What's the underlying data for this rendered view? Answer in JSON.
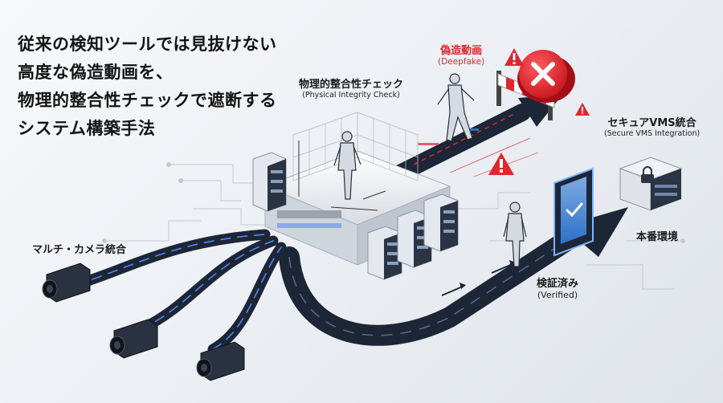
{
  "headline": {
    "line1": "従来の検知ツールでは見抜けない",
    "line2": "高度な偽造動画を、",
    "line3": "物理的整合性チェックで遮断する",
    "line4": "システム構築手法"
  },
  "labels": {
    "physical_check_ja": "物理的整合性チェック",
    "physical_check_en": "(Physical Integrity Check)",
    "deepfake_ja": "偽造動画",
    "deepfake_en": "(Deepfake)",
    "vms_ja": "セキュアVMS統合",
    "vms_en": "(Secure VMS Integration)",
    "production_ja": "本番環境",
    "verified_ja": "検証済み",
    "verified_en": "(Verified)",
    "multicam_ja": "マルチ・カメラ統合"
  },
  "icons": [
    "camera-icon",
    "server-icon",
    "human-wireframe-icon",
    "barrier-icon",
    "blocked-x-icon",
    "warning-icon",
    "lock-icon",
    "check-icon"
  ],
  "colors": {
    "accent_red": "#e0262e",
    "path_dark": "#1d2636",
    "glow_blue": "#3d8bff",
    "check_blue": "#2f7de1"
  }
}
